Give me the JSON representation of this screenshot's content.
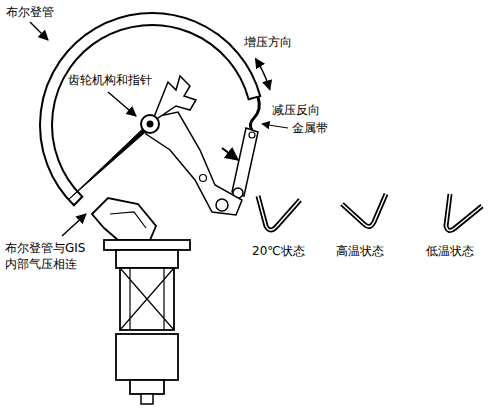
{
  "diagram": {
    "labels": [
      "布尔登管",
      "增压方向",
      "减压反向",
      "金属带",
      "齿轮机构和指针",
      "布尔登管与GIS 内部气压相连",
      "20℃状态",
      "高温状态",
      "低温状态"
    ]
  }
}
